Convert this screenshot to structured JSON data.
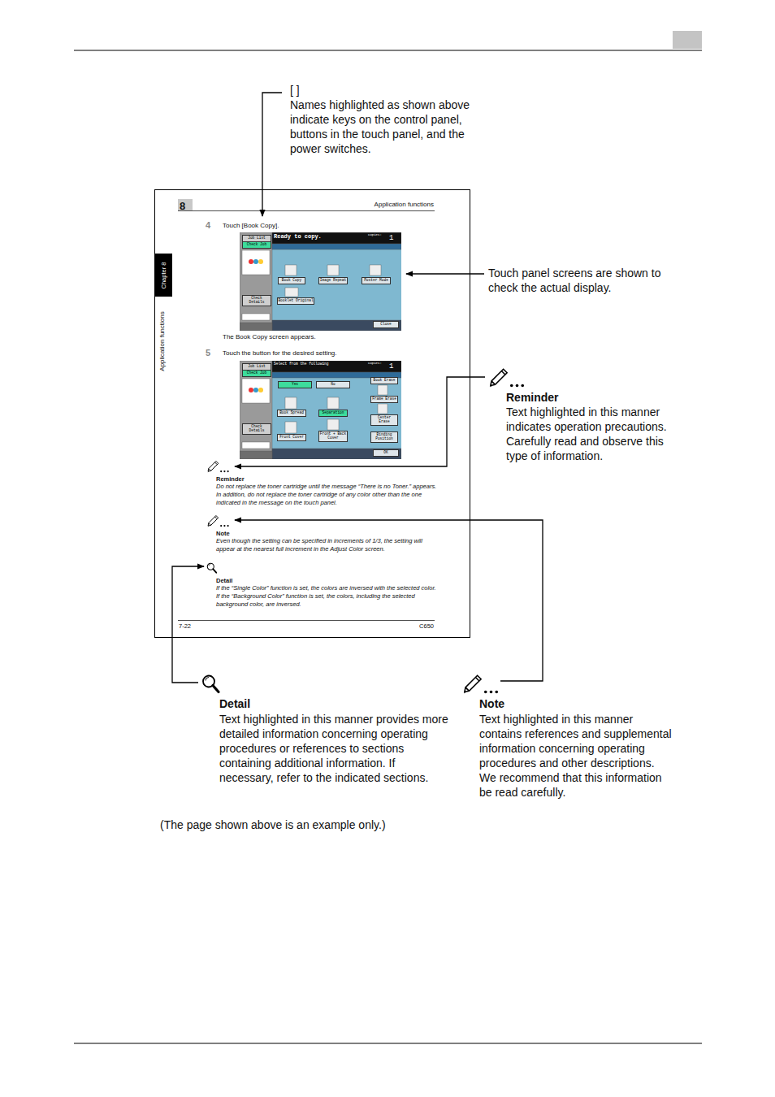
{
  "diagram": {
    "caption": "(The page shown above is an example only.)",
    "nodes": [
      {
        "text": [
          "8",
          "Application functions",
          "4",
          "Touch [Book Copy].",
          "The Book Copy screen appears.",
          "5",
          "Touch the button for the desired setting.",
          "Reminder",
          "Do not replace the toner cartridge until the message “There is no Toner.” appears. In addition, do not replace the toner cartridge of any color other than the one indicated in the message on the touch panel.",
          "Note",
          "Even though the setting can be specified in increments of 1/3, the setting will appear at the nearest full increment in the Adjust Color screen.",
          "Detail",
          "If the “Single Color” function is set, the colors are inversed with the selected color. If the “Background Color” function is set, the colors, including the selected background color, are inversed.",
          "7-22",
          "C650",
          "Application functions"
        ]
      },
      {
        "text": [
          "Chapter 8"
        ],
        "in": 0
      },
      {
        "text": [
          "Job List",
          "Check Job",
          "Ready to copy.",
          "Copies:",
          "1",
          "Book Copy",
          "Image Repeat",
          "Poster Mode",
          "Booklet Original",
          "Check Details",
          "Close"
        ],
        "in": 0
      },
      {
        "text": [
          "Job List",
          "Check Job",
          "Select from the following",
          "Copies:",
          "1",
          "Yes",
          "No",
          "Book Spread",
          "Separation",
          "Front Cover",
          "Front + Back Cover",
          "Book Erase",
          "Frame Erase",
          "Center Erase",
          "Binding Position",
          "OK",
          "Check Details"
        ],
        "in": 0
      }
    ],
    "labels": [
      "[ ]",
      "Names highlighted as shown above indicate keys on the control panel, buttons in the touch panel, and the power switches.",
      "Touch panel screens are shown to check the actual display.",
      "Reminder",
      "Text highlighted in this manner indicates operation precautions. Carefully read and observe this type of information.",
      "Detail",
      "Text highlighted in this manner provides more detailed information concerning operating procedures or references to sections containing additional information. If necessary, refer to the indicated sections.",
      "Note",
      "Text highlighted in this manner contains references and supplemental information concerning operating procedures and other descriptions. We recommend that this information be read carefully."
    ]
  }
}
